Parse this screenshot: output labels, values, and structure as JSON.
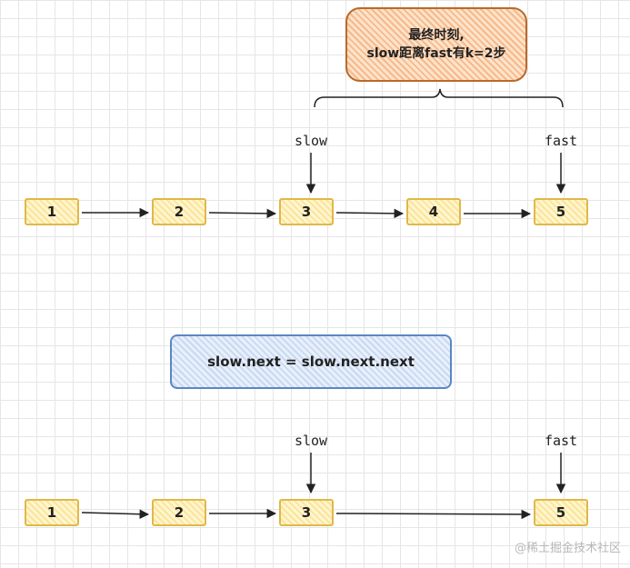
{
  "callout": {
    "line1": "最终时刻,",
    "line2": "slow距离fast有k=2步"
  },
  "code": "slow.next = slow.next.next",
  "diagram_top": {
    "nodes": [
      "1",
      "2",
      "3",
      "4",
      "5"
    ],
    "slow_label": "slow",
    "fast_label": "fast"
  },
  "diagram_bottom": {
    "nodes": [
      "1",
      "2",
      "3",
      "5"
    ],
    "slow_label": "slow",
    "fast_label": "fast"
  },
  "watermark": "@稀土掘金技术社区",
  "colors": {
    "node_border": "#e0b84a",
    "node_fill": "#fbe49a",
    "callout_border": "#b96a2a",
    "callout_fill": "#f6b98c",
    "code_border": "#5b86c4",
    "code_fill": "#c9d9f1",
    "grid": "#e6e6e6"
  }
}
